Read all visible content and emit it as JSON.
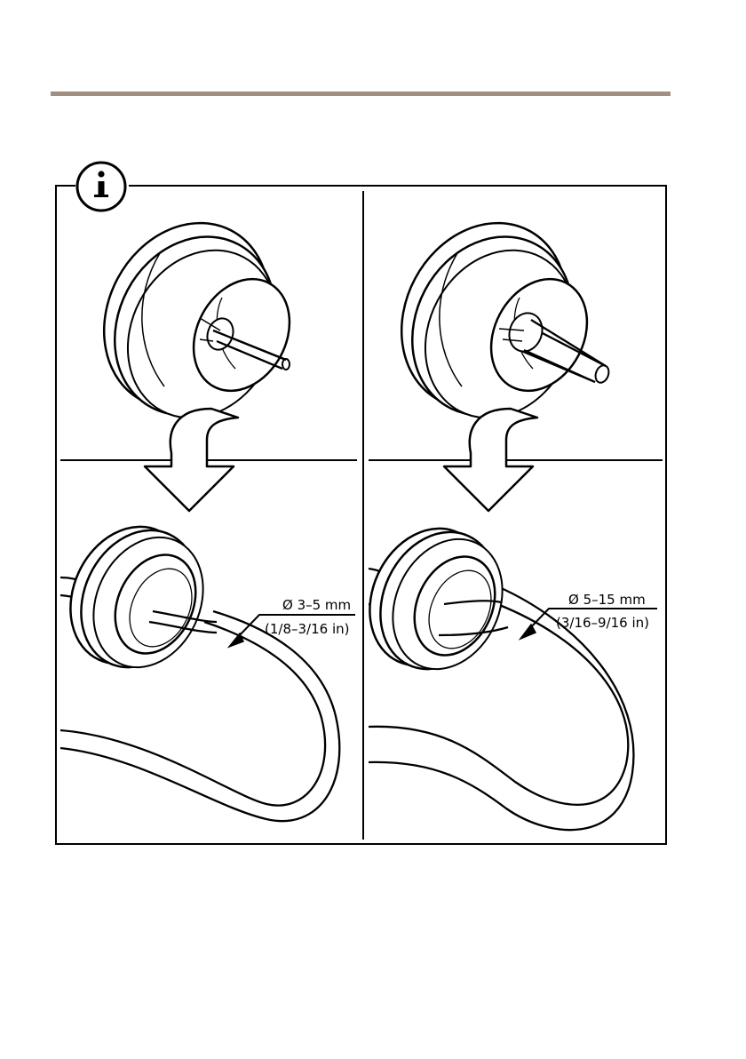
{
  "colors": {
    "rule": "#a38e82",
    "ink": "#000000",
    "background": "#ffffff"
  },
  "icons": {
    "info": "info-icon",
    "arrow": "bent-down-arrow-icon"
  },
  "info_glyph": "i",
  "panels": [
    {
      "diameter_label": "Ø 3–5 mm",
      "inch_label": "(1/8–3/16 in)"
    },
    {
      "diameter_label": "Ø 5–15 mm",
      "inch_label": "(3/16–9/16 in)"
    }
  ]
}
